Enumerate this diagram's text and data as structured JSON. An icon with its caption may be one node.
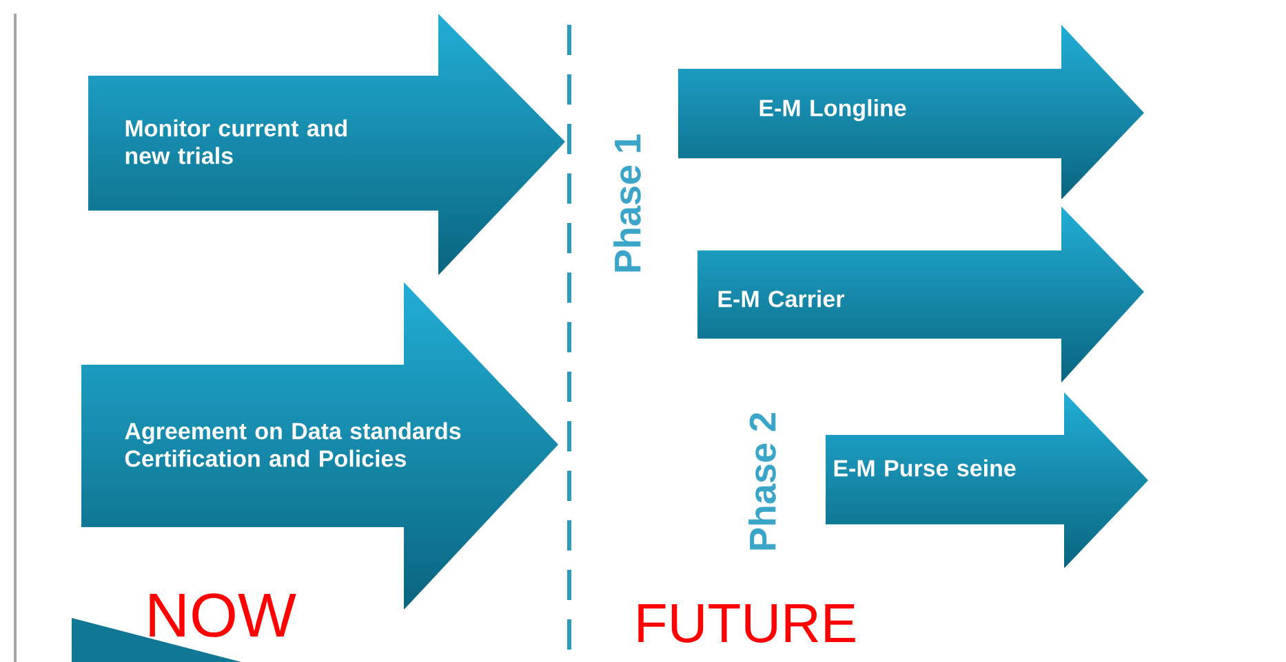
{
  "diagram": {
    "nodes": [
      {
        "text": [
          "Monitor current and new trials"
        ]
      },
      {
        "text": [
          "Agreement on Data standards Certification and Policies"
        ]
      },
      {
        "text": [
          "E-M Longline"
        ]
      },
      {
        "text": [
          "E-M Carrier"
        ]
      },
      {
        "text": [
          "E-M Purse seine"
        ]
      }
    ],
    "labels": [
      "Phase 1",
      "Phase 2",
      "NOW",
      "FUTURE"
    ]
  }
}
